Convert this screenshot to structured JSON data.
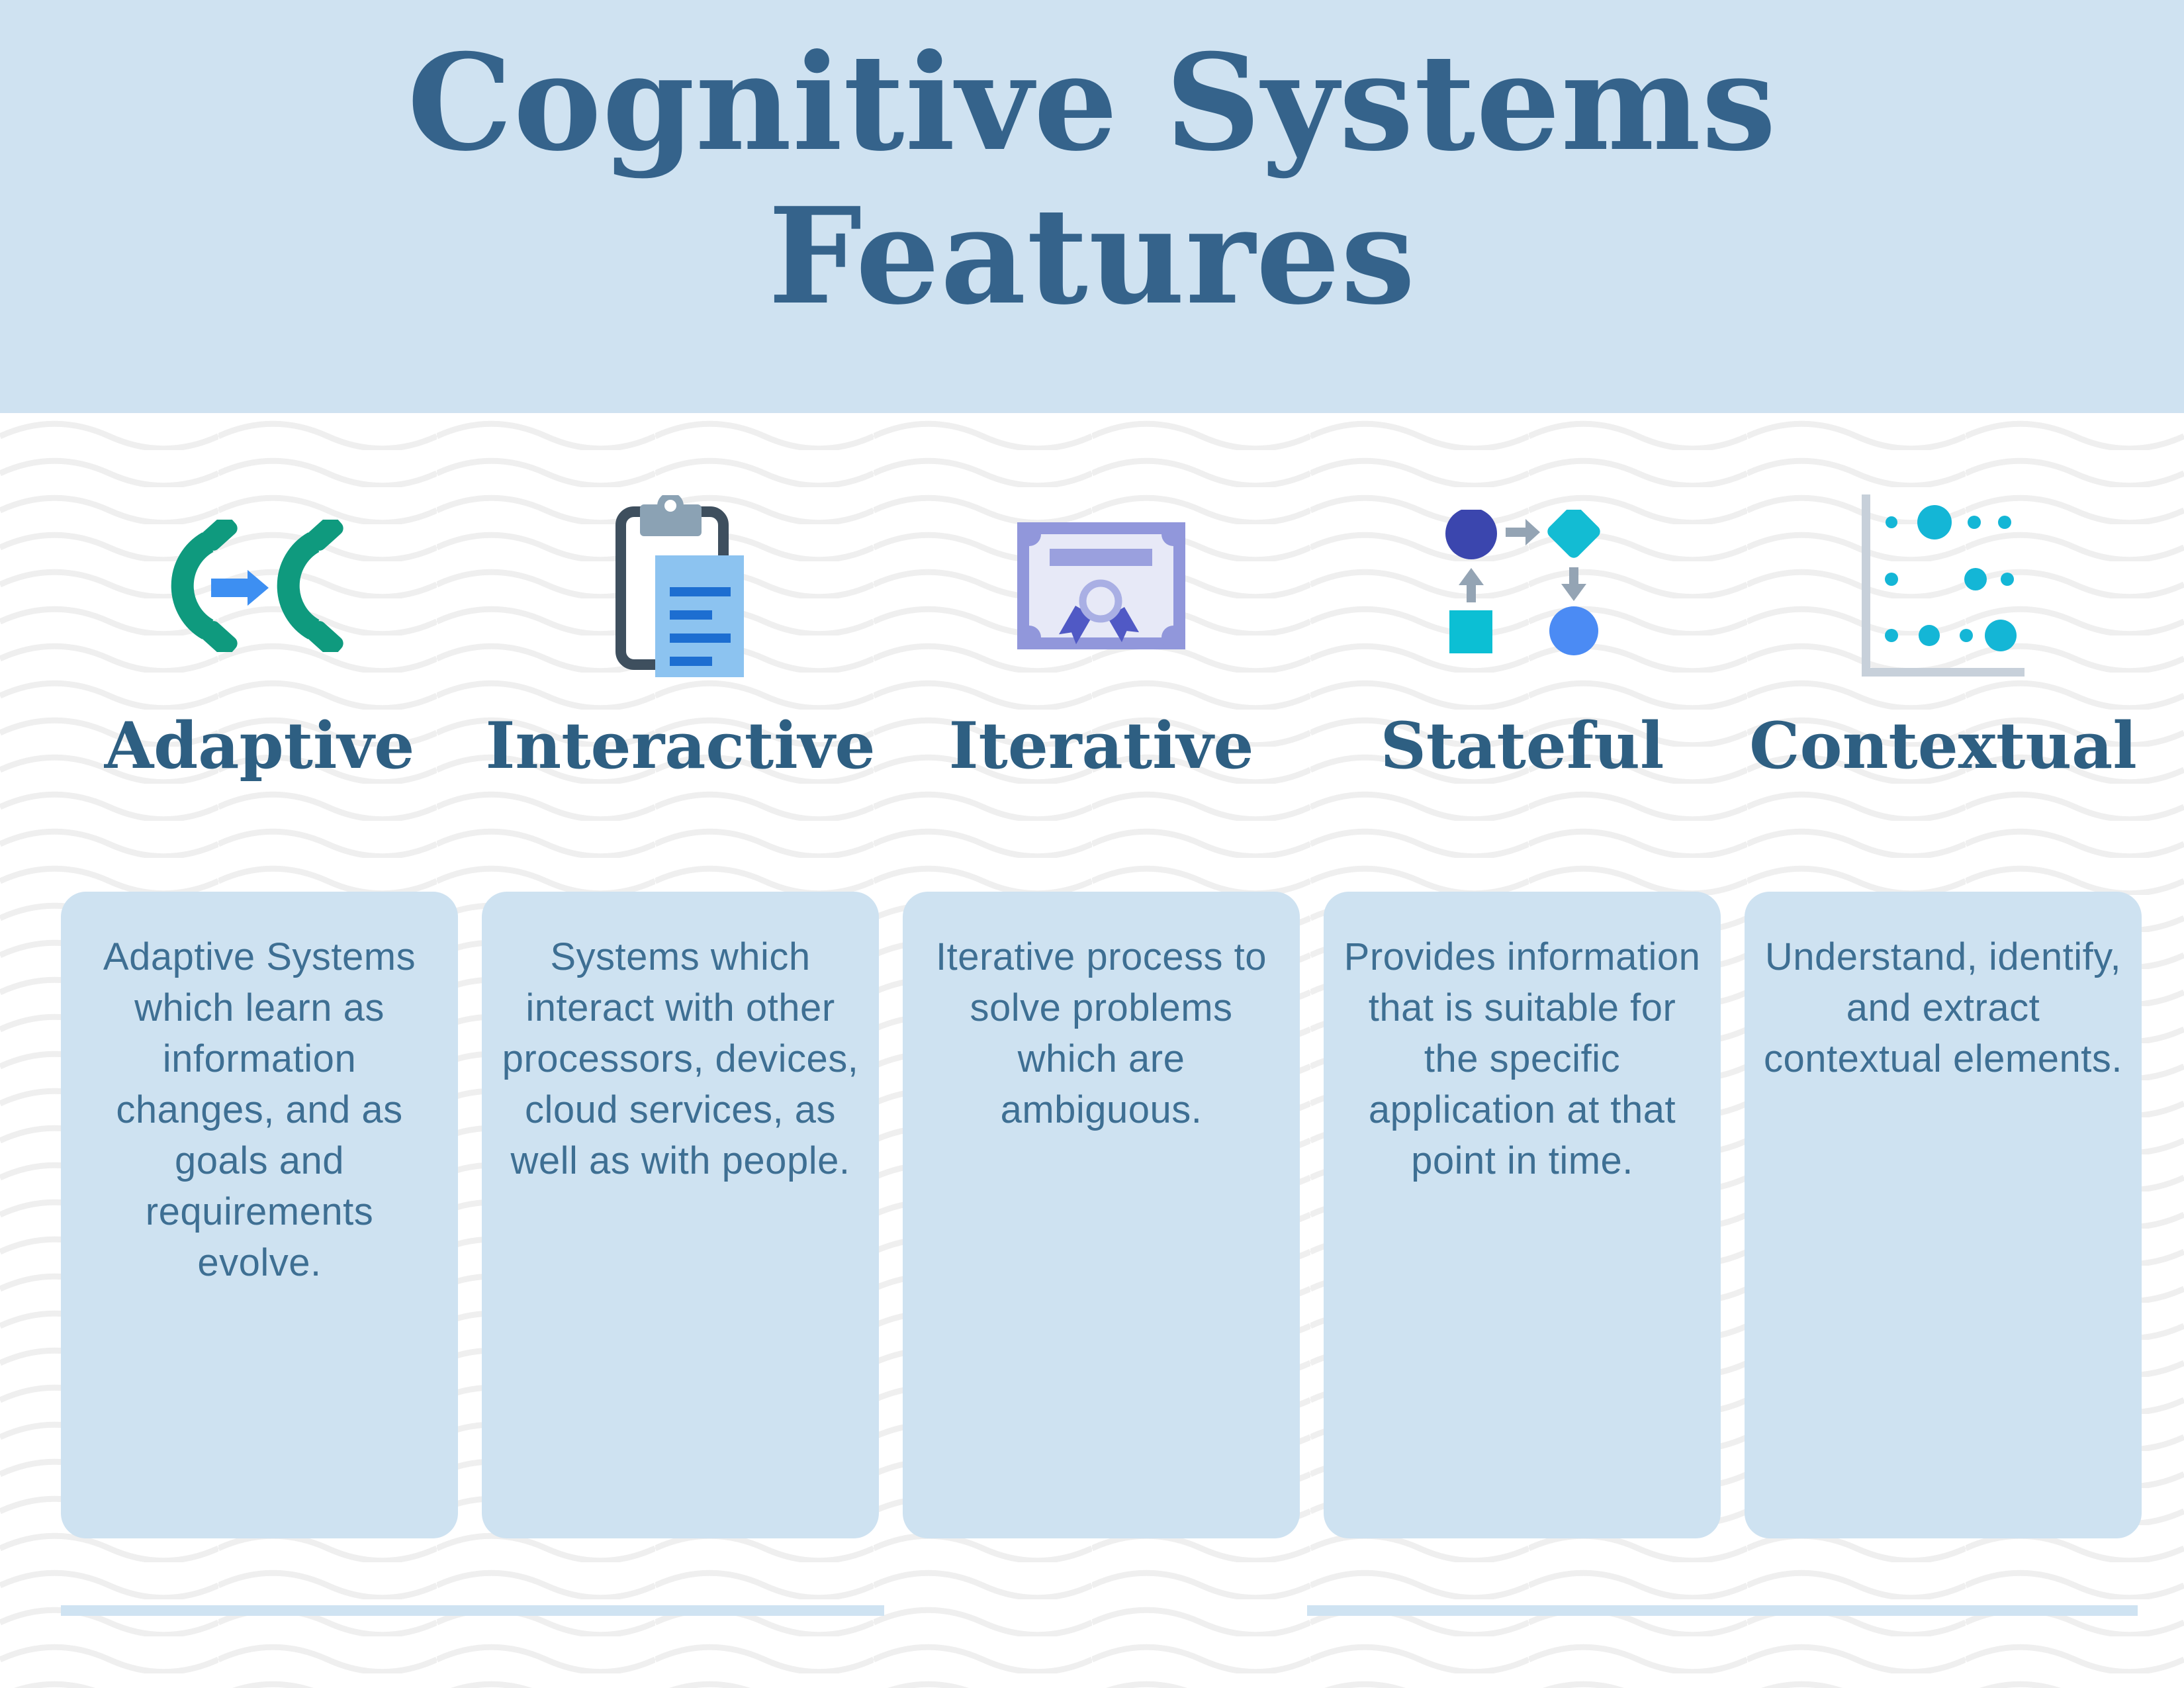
{
  "header": {
    "title_line1": "Cognitive Systems",
    "title_line2": "Features"
  },
  "columns": [
    {
      "label": "Adaptive",
      "icon": "call-forward-icon",
      "description": "Adaptive Systems which learn as information changes, and as goals and requirements evolve."
    },
    {
      "label": "Interactive",
      "icon": "clipboard-document-icon",
      "description": "Systems which interact with other processors, devices, cloud services, as well as with people."
    },
    {
      "label": "Iterative",
      "icon": "certificate-icon",
      "description": "Iterative process to solve problems which are ambiguous."
    },
    {
      "label": "Stateful",
      "icon": "flowchart-icon",
      "description": "Provides information that is suitable for the specific application at that point in time."
    },
    {
      "label": "Contextual",
      "icon": "scatter-plot-icon",
      "description": "Understand, identify, and extract contextual elements."
    }
  ],
  "palette": {
    "header_background": "#cfe2f1",
    "card_background": "#cee2f1",
    "title_color": "#35638b",
    "label_color": "#2e5f82",
    "card_text_color": "#3e6f93",
    "wave_line_color": "#efefef",
    "footer_bar_color": "#cfe3f2",
    "phone_teal": "#0f9a7e",
    "arrow_blue": "#3d8ff2",
    "clipboard_frame": "#3e4f5e",
    "clipboard_clip_gray": "#8ba2b4",
    "document_blue": "#8cc3f0",
    "document_line_blue": "#1d6ed1",
    "certificate_frame": "#9197db",
    "certificate_inner": "#e7e9f7",
    "certificate_ribbon": "#5059c5",
    "certificate_ring": "#a9afe4",
    "flow_indigo": "#3b46ae",
    "flow_diamond_teal": "#13bcd3",
    "flow_circle_blue": "#4b8bf4",
    "flow_square_cyan": "#0cbfd4",
    "flow_arrow_gray": "#94a4b4",
    "scatter_dot_teal": "#14b6d6",
    "scatter_axis_gray": "#c7d0da"
  }
}
